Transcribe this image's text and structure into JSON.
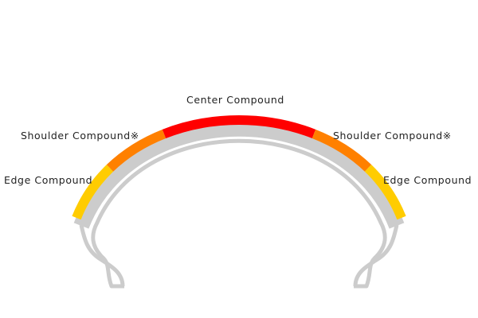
{
  "labels": {
    "center": "Center Compound",
    "shoulder_left": "Shoulder Compound※",
    "shoulder_right": "Shoulder Compound※",
    "edge_left": "Edge Compound",
    "edge_right": "Edge Compound"
  },
  "colors": {
    "center": "#ff0000",
    "shoulder": "#ff8000",
    "edge": "#ffcc00",
    "body": "#cccccc"
  }
}
